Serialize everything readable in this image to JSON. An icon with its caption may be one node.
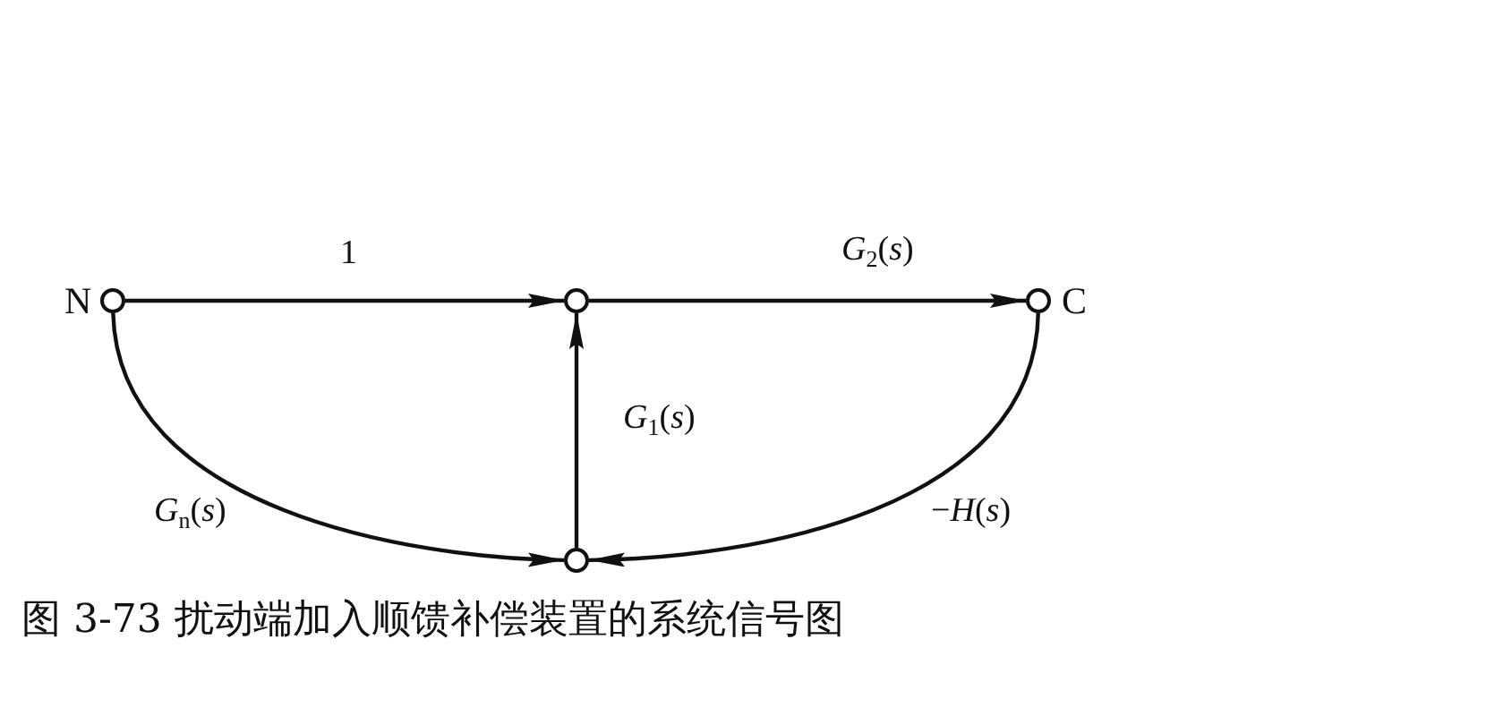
{
  "diagram": {
    "caption": "图 3-73 扰动端加入顺馈补偿装置的系统信号图",
    "nodes": [
      {
        "text": [],
        "shape": "circle",
        "beside": [
          "N"
        ]
      },
      {
        "text": [],
        "shape": "circle"
      },
      {
        "text": [],
        "shape": "circle",
        "beside": [
          "C"
        ]
      },
      {
        "text": [],
        "shape": "circle"
      }
    ],
    "edges": [
      {
        "from": 0,
        "to": 1,
        "arrow": "to",
        "label": "1"
      },
      {
        "from": 1,
        "to": 2,
        "arrow": "to",
        "label": "*G*$_{2}$(*s*)"
      },
      {
        "from": 3,
        "to": 1,
        "arrow": "to",
        "label": "*G*$_{1}$(*s*)"
      },
      {
        "from": 0,
        "to": 3,
        "arrow": "to",
        "label": "*G*$_{n}$(*s*)"
      },
      {
        "from": 2,
        "to": 3,
        "arrow": "to",
        "label": "−*H*(*s*)"
      }
    ]
  }
}
